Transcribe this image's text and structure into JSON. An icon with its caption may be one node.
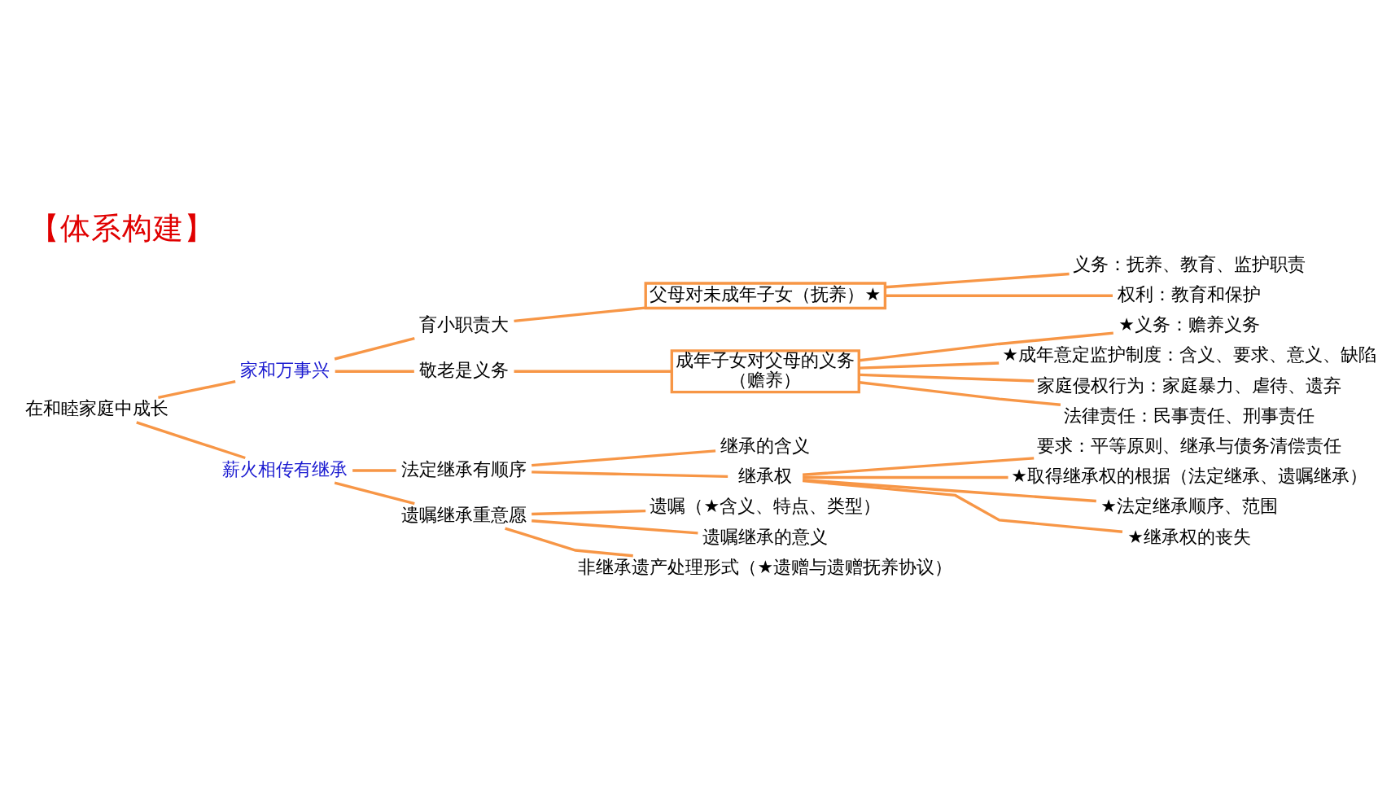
{
  "diagram": {
    "title": "【体系构建】",
    "nodes": [
      {
        "text": [
          "在和睦家庭中成长"
        ]
      },
      {
        "text": [
          "家和万事兴"
        ]
      },
      {
        "text": [
          "育小职责大"
        ]
      },
      {
        "text": [
          "父母对未成年子女（抚养）★"
        ]
      },
      {
        "text": [
          "义务：抚养、教育、监护职责"
        ]
      },
      {
        "text": [
          "权利：教育和保护"
        ]
      },
      {
        "text": [
          "敬老是义务"
        ]
      },
      {
        "text": [
          "成年子女对父母的义务",
          "（赡养）"
        ]
      },
      {
        "text": [
          "★义务：赡养义务"
        ]
      },
      {
        "text": [
          "★成年意定监护制度：含义、要求、意义、缺陷"
        ]
      },
      {
        "text": [
          "家庭侵权行为：家庭暴力、虐待、遗弃"
        ]
      },
      {
        "text": [
          "法律责任：民事责任、刑事责任"
        ]
      },
      {
        "text": [
          "薪火相传有继承"
        ]
      },
      {
        "text": [
          "法定继承有顺序"
        ]
      },
      {
        "text": [
          "继承的含义"
        ]
      },
      {
        "text": [
          "继承权"
        ]
      },
      {
        "text": [
          "要求：平等原则、继承与债务清偿责任"
        ]
      },
      {
        "text": [
          "★取得继承权的根据（法定继承、遗嘱继承）"
        ]
      },
      {
        "text": [
          "★法定继承顺序、范围"
        ]
      },
      {
        "text": [
          "★继承权的丧失"
        ]
      },
      {
        "text": [
          "遗嘱继承重意愿"
        ]
      },
      {
        "text": [
          "遗嘱（★含义、特点、类型）"
        ]
      },
      {
        "text": [
          "遗嘱继承的意义"
        ]
      },
      {
        "text": [
          "非继承遗产处理形式（★遗赠与遗赠抚养协议）"
        ]
      }
    ],
    "edges": [
      {
        "from": 0,
        "to": 1,
        "arrow": "none"
      },
      {
        "from": 1,
        "to": 2,
        "arrow": "none"
      },
      {
        "from": 2,
        "to": 3,
        "arrow": "none"
      },
      {
        "from": 3,
        "to": 4,
        "arrow": "none"
      },
      {
        "from": 3,
        "to": 5,
        "arrow": "none"
      },
      {
        "from": 1,
        "to": 6,
        "arrow": "none"
      },
      {
        "from": 6,
        "to": 7,
        "arrow": "none"
      },
      {
        "from": 7,
        "to": 8,
        "arrow": "none"
      },
      {
        "from": 7,
        "to": 9,
        "arrow": "none"
      },
      {
        "from": 7,
        "to": 10,
        "arrow": "none"
      },
      {
        "from": 7,
        "to": 11,
        "arrow": "none"
      },
      {
        "from": 0,
        "to": 12,
        "arrow": "none"
      },
      {
        "from": 12,
        "to": 13,
        "arrow": "none"
      },
      {
        "from": 13,
        "to": 14,
        "arrow": "none"
      },
      {
        "from": 13,
        "to": 15,
        "arrow": "none"
      },
      {
        "from": 15,
        "to": 16,
        "arrow": "none"
      },
      {
        "from": 15,
        "to": 17,
        "arrow": "none"
      },
      {
        "from": 15,
        "to": 18,
        "arrow": "none"
      },
      {
        "from": 15,
        "to": 19,
        "arrow": "none"
      },
      {
        "from": 12,
        "to": 20,
        "arrow": "none"
      },
      {
        "from": 20,
        "to": 21,
        "arrow": "none"
      },
      {
        "from": 20,
        "to": 22,
        "arrow": "none"
      },
      {
        "from": 20,
        "to": 23,
        "arrow": "none"
      }
    ]
  }
}
